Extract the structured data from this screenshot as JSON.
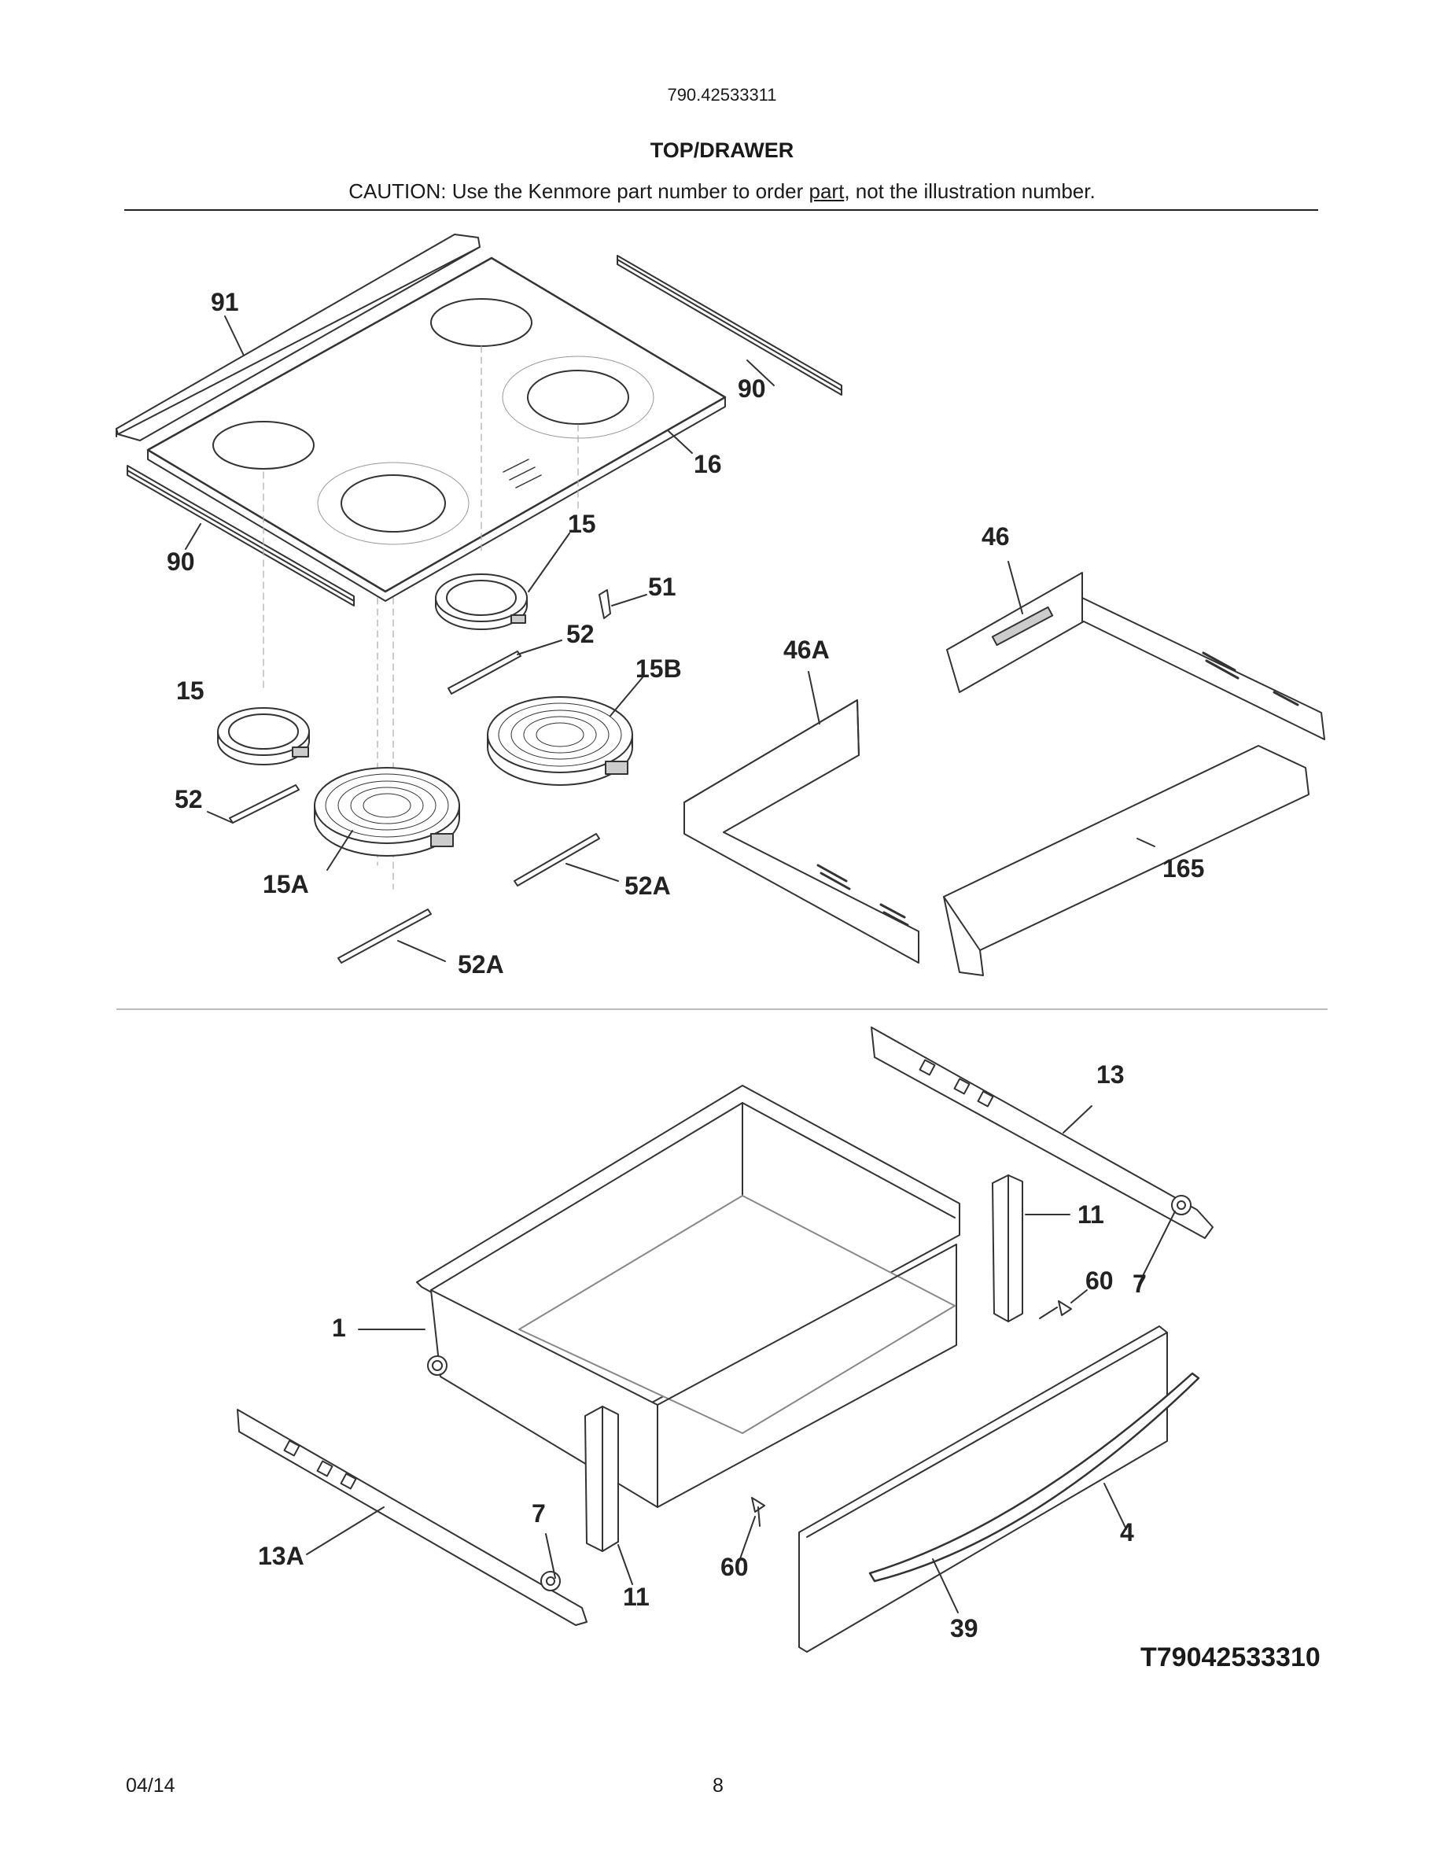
{
  "header": {
    "model_number": "790.42533311",
    "title": "TOP/DRAWER",
    "caution_prefix": "CAUTION: Use the Kenmore part number to order ",
    "caution_link": "part",
    "caution_suffix": ", not the illustration number."
  },
  "callouts": {
    "p91": "91",
    "p90a": "90",
    "p90b": "90",
    "p16": "16",
    "p15a": "15",
    "p15b": "15",
    "p51": "51",
    "p52a": "52",
    "p52b": "52",
    "p15B": "15B",
    "p15A": "15A",
    "p52A1": "52A",
    "p52A2": "52A",
    "p46": "46",
    "p46A": "46A",
    "p165": "165",
    "p13": "13",
    "p11a": "11",
    "p11b": "11",
    "p60a": "60",
    "p60b": "60",
    "p7a": "7",
    "p7b": "7",
    "p1": "1",
    "p13A": "13A",
    "p4": "4",
    "p39": "39"
  },
  "diagram_code": "T79042533310",
  "footer": {
    "date": "04/14",
    "page": "8"
  }
}
